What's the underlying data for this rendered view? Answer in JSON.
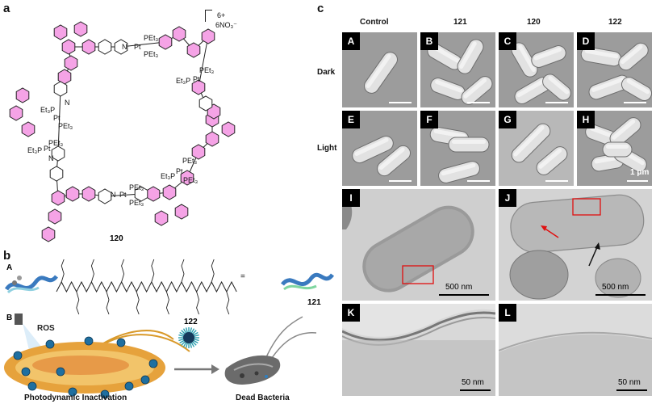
{
  "panel_a": {
    "letter": "a",
    "charge": "6+",
    "counter_ion": "6NO₃⁻",
    "compound_number": "120",
    "labels": {
      "pet3": "PEt₃",
      "et3p": "Et₃P",
      "pt": "Pt",
      "n": "N"
    }
  },
  "panel_b": {
    "letter": "b",
    "sub_a": "A",
    "sub_b": "B",
    "equals": "=",
    "peptide_number": "121",
    "nanoparticle_number": "122",
    "ros_label": "ROS",
    "left_caption": "Photodynamic Inactivation",
    "right_caption": "Dead Bacteria"
  },
  "panel_c": {
    "letter": "c",
    "columns": [
      "Control",
      "121",
      "120",
      "122"
    ],
    "rows": [
      "Dark",
      "Light"
    ],
    "sem_tags": [
      "A",
      "B",
      "C",
      "D",
      "E",
      "F",
      "G",
      "H"
    ],
    "sem_scale": "1 μm",
    "tem_tags": [
      "I",
      "J",
      "K",
      "L"
    ],
    "tem_scales": [
      "500 nm",
      "500 nm",
      "50 nm",
      "50 nm"
    ]
  },
  "colors": {
    "phenyl_fill": "#f5a3e6",
    "bond": "#222222",
    "highlight_box": "#e01010",
    "arrow_red": "#e01010",
    "arrow_black": "#111111",
    "bacterium_orange": "#e6a23c"
  }
}
